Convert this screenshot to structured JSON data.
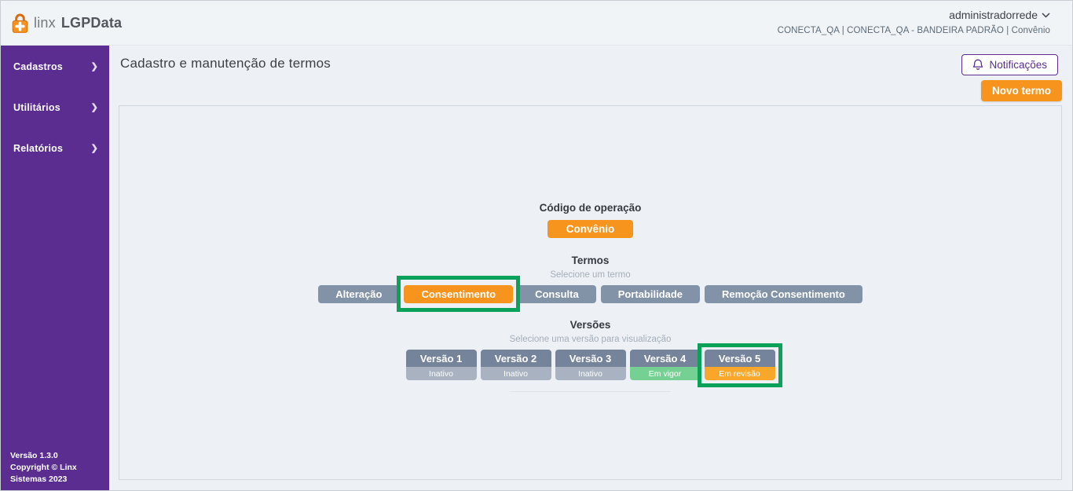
{
  "header": {
    "brand": {
      "linx": "linx",
      "product": "LGPData"
    },
    "user": {
      "name": "administradorrede",
      "context": "CONECTA_QA | CONECTA_QA - BANDEIRA PADRÃO | Convênio"
    }
  },
  "sidebar": {
    "items": [
      {
        "label": "Cadastros"
      },
      {
        "label": "Utilitários"
      },
      {
        "label": "Relatórios"
      }
    ],
    "footer": [
      "Versão 1.3.0",
      "Copyright © Linx",
      "Sistemas 2023"
    ]
  },
  "main": {
    "title": "Cadastro e manutenção de termos",
    "notifications_label": "Notificações",
    "new_term_label": "Novo termo",
    "operation": {
      "heading": "Código de operação",
      "value": "Convênio"
    },
    "terms": {
      "heading": "Termos",
      "hint": "Selecione um termo",
      "items": [
        {
          "label": "Alteração",
          "selected": false
        },
        {
          "label": "Consentimento",
          "selected": true,
          "annotated": true
        },
        {
          "label": "Consulta",
          "selected": false
        },
        {
          "label": "Portabilidade",
          "selected": false
        },
        {
          "label": "Remoção Consentimento",
          "selected": false
        }
      ]
    },
    "versions": {
      "heading": "Versões",
      "hint": "Selecione uma versão para visualização",
      "items": [
        {
          "label": "Versão 1",
          "status": "Inativo",
          "status_type": "inactive"
        },
        {
          "label": "Versão 2",
          "status": "Inativo",
          "status_type": "inactive"
        },
        {
          "label": "Versão 3",
          "status": "Inativo",
          "status_type": "inactive"
        },
        {
          "label": "Versão 4",
          "status": "Em vigor",
          "status_type": "active"
        },
        {
          "label": "Versão 5",
          "status": "Em revisão",
          "status_type": "review",
          "annotated": true
        }
      ]
    }
  },
  "colors": {
    "sidebar_purple": "#5b2d91",
    "accent_orange": "#f7941d",
    "pill_slate": "#8393a7",
    "status_inactive": "#a8b2c1",
    "status_active": "#74d193",
    "status_review": "#f9a72b",
    "annotation_green": "#0aa159"
  }
}
